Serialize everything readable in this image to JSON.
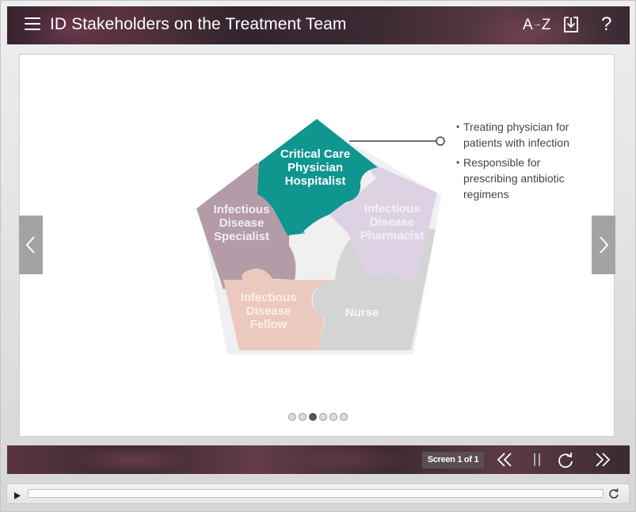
{
  "header": {
    "title": "ID Stakeholders on the Treatment Team",
    "glossary_label_a": "A",
    "glossary_label_z": "Z",
    "help_label": "?",
    "icons": [
      "menu-icon",
      "glossary-icon",
      "download-icon",
      "help-icon"
    ]
  },
  "diagram": {
    "pieces": [
      {
        "label": "Critical Care\nPhysician\nHospitalist",
        "line1": "Critical Care",
        "line2": "Physician",
        "line3": "Hospitalist",
        "color": "#0f968f",
        "active": true
      },
      {
        "line1": "Infectious",
        "line2": "Disease",
        "line3": "Pharmacist",
        "color": "#ddd2e4",
        "active": false
      },
      {
        "line1": "Nurse",
        "color": "#d4d4d4",
        "active": false
      },
      {
        "line1": "Infectious",
        "line2": "Disease",
        "line3": "Fellow",
        "color": "#ecc9bf",
        "active": false
      },
      {
        "line1": "Infectious",
        "line2": "Disease",
        "line3": "Specialist",
        "color": "#b39ca8",
        "active": false
      }
    ],
    "callout": [
      "Treating physician for patients with infection",
      "Responsible for prescribing antibiotic regimens"
    ]
  },
  "pagination": {
    "count": 6,
    "active_index": 2
  },
  "footer": {
    "screen_counter": "Screen 1 of 1"
  },
  "player": {
    "progress": 0
  },
  "colors": {
    "accent": "#0f968f",
    "nav_arrow": "#a3a3a3",
    "header_bg": "#3a2330"
  }
}
